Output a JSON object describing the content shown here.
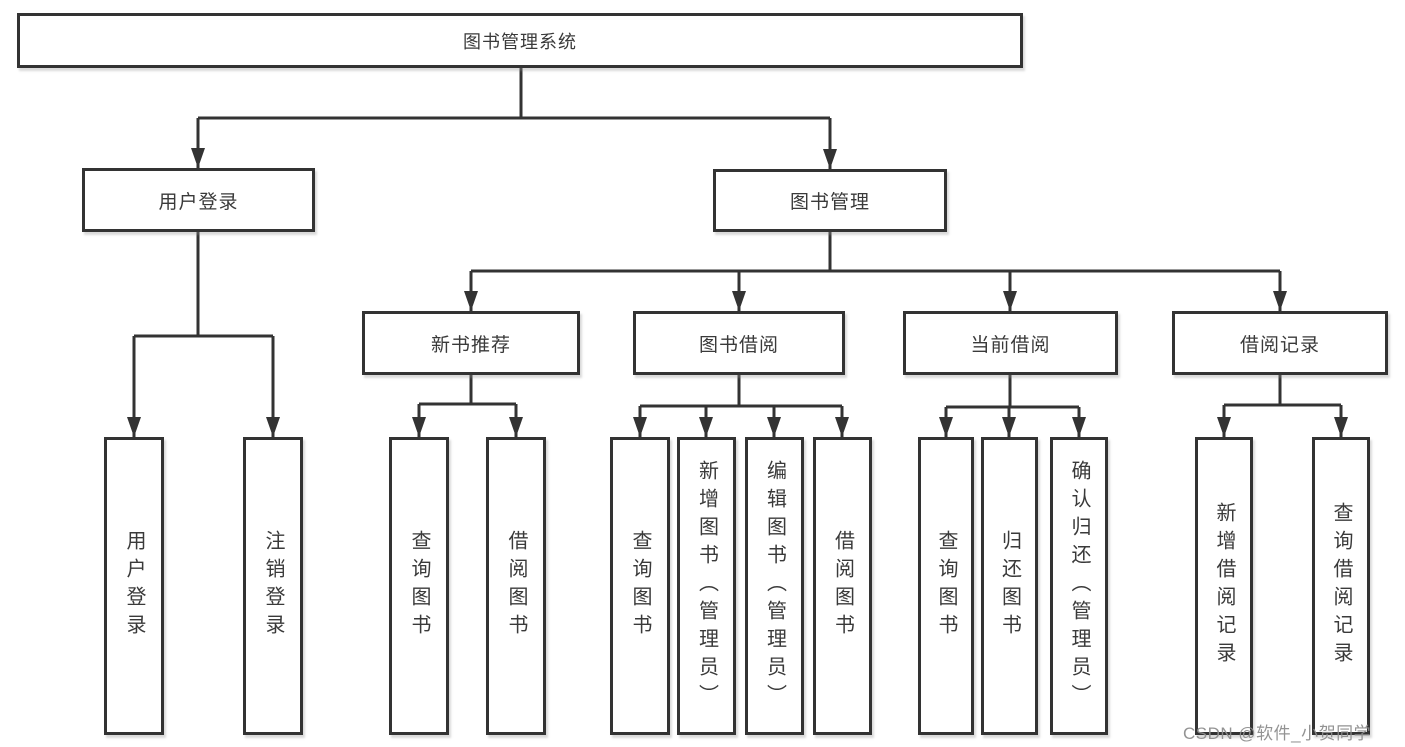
{
  "diagram": {
    "root": {
      "label": "图书管理系统",
      "children": [
        {
          "label": "用户登录",
          "children": [
            {
              "label": "用户登录"
            },
            {
              "label": "注销登录"
            }
          ]
        },
        {
          "label": "图书管理",
          "children": [
            {
              "label": "新书推荐",
              "children": [
                {
                  "label": "查询图书"
                },
                {
                  "label": "借阅图书"
                }
              ]
            },
            {
              "label": "图书借阅",
              "children": [
                {
                  "label": "查询图书"
                },
                {
                  "label": "新增图书（管理员）"
                },
                {
                  "label": "编辑图书（管理员）"
                },
                {
                  "label": "借阅图书"
                }
              ]
            },
            {
              "label": "当前借阅",
              "children": [
                {
                  "label": "查询图书"
                },
                {
                  "label": "归还图书"
                },
                {
                  "label": "确认归还（管理员）"
                }
              ]
            },
            {
              "label": "借阅记录",
              "children": [
                {
                  "label": "新增借阅记录"
                },
                {
                  "label": "查询借阅记录"
                }
              ]
            }
          ]
        }
      ]
    }
  },
  "watermark": {
    "text": "CSDN @软件_小贺同学"
  },
  "colors": {
    "line": "#333333",
    "text": "#3a3a3a",
    "background": "#ffffff",
    "watermark": "#8e8e8e"
  }
}
